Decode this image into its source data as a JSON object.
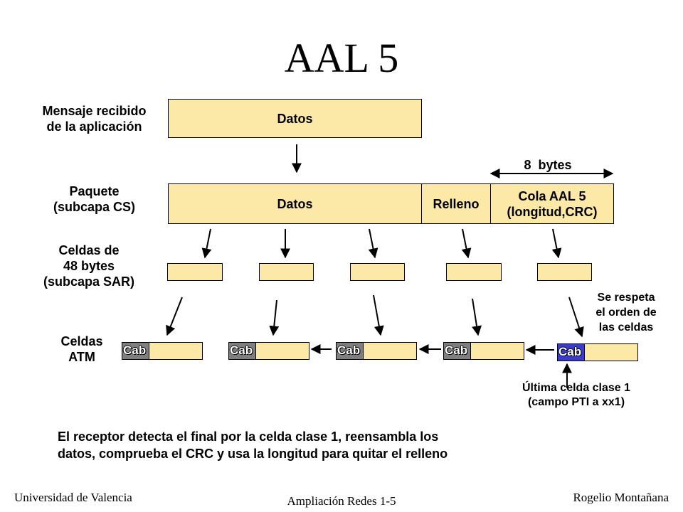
{
  "title": "AAL 5",
  "labels": {
    "mensaje": "Mensaje recibido\nde la aplicación",
    "paquete": "Paquete\n(subcapa CS)",
    "celdas48": "Celdas de\n48 bytes\n(subcapa SAR)",
    "celdasAtm": "Celdas\nATM"
  },
  "msg_box": "Datos",
  "packet": {
    "datos": "Datos",
    "relleno": "Relleno",
    "cola": "Cola AAL 5\n(longitud,CRC)"
  },
  "bytes_label": "8  bytes",
  "cab_label": "Cab",
  "se_respeta": "Se respeta\nel orden de\nlas celdas",
  "ultima": "Última celda clase 1\n(campo PTI a xx1)",
  "receptor": "El receptor detecta el final por la celda clase 1, reensambla los\ndatos, comprueba el CRC y usa la longitud para quitar el relleno",
  "footer": {
    "left": "Universidad de Valencia",
    "center": "Ampliación Redes 1-5",
    "right": "Rogelio Montañana"
  },
  "colors": {
    "fill": "#fce9a8",
    "header": "#7f7f7f",
    "last_header": "#3b3bcf"
  }
}
